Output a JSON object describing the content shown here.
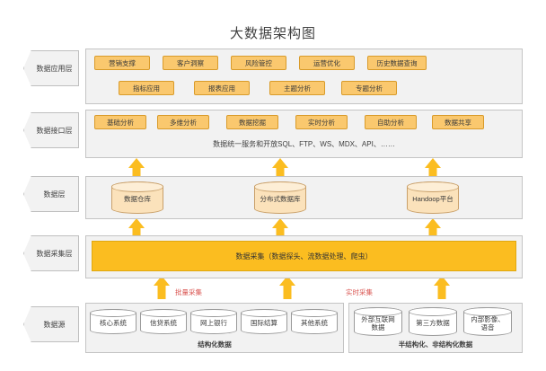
{
  "title": "大数据架构图",
  "layers": [
    {
      "name": "数据应用层"
    },
    {
      "name": "数据接口层"
    },
    {
      "name": "数据层"
    },
    {
      "name": "数据采集层"
    },
    {
      "name": "数据源"
    }
  ],
  "application_layer": {
    "row1": [
      "营销支撑",
      "客户洞察",
      "风险管控",
      "运营优化",
      "历史数据查询"
    ],
    "row2": [
      "指标应用",
      "报表应用",
      "主题分析",
      "专题分析"
    ]
  },
  "interface_layer": {
    "boxes": [
      "基础分析",
      "多维分析",
      "数据挖掘",
      "实时分析",
      "自助分析",
      "数据共享"
    ],
    "service_text": "数据统一服务和开放SQL、FTP、WS、MDX、API、……"
  },
  "data_layer": {
    "stores": [
      "数据仓库",
      "分布式数据库",
      "Handoop平台"
    ]
  },
  "collection_layer": {
    "bar_text": "数据采集（数据探头、流数据处理、爬虫）"
  },
  "flow_labels": {
    "batch": "批量采集",
    "realtime": "实时采集"
  },
  "source_layer": {
    "structured": {
      "systems": [
        "核心系统",
        "信贷系统",
        "网上银行",
        "国际结算",
        "其他系统"
      ],
      "caption": "结构化数据"
    },
    "unstructured": {
      "systems": [
        "外部互联网\n数据",
        "第三方数据",
        "内部影像、\n语音"
      ],
      "caption": "半结构化、非结构化数据"
    }
  },
  "colors": {
    "orange_box_fill": "#fac86e",
    "orange_box_border": "#d99b2a",
    "arrow": "#fbbd20",
    "bar": "#fbbd20",
    "panel": "#f2f2f2",
    "title_text": "#404040",
    "label_red": "#d9534f"
  }
}
